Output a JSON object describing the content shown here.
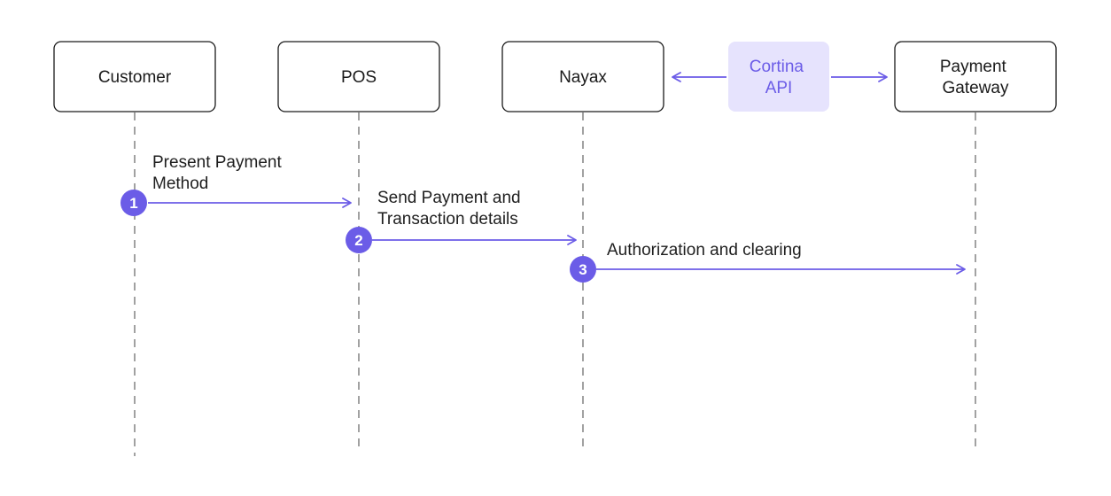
{
  "actors": {
    "customer": {
      "label": [
        "Customer"
      ]
    },
    "pos": {
      "label": [
        "POS"
      ]
    },
    "nayax": {
      "label": [
        "Nayax"
      ]
    },
    "cortina": {
      "label": [
        "Cortina",
        "API"
      ]
    },
    "gateway": {
      "label": [
        "Payment",
        "Gateway"
      ]
    }
  },
  "steps": [
    {
      "number": "1",
      "label": [
        "Present Payment",
        "Method"
      ]
    },
    {
      "number": "2",
      "label": [
        "Send Payment and",
        "Transaction details"
      ]
    },
    {
      "number": "3",
      "label": [
        "Authorization and clearing"
      ]
    }
  ],
  "colors": {
    "accent": "#6b5ce7",
    "highlight_fill": "#e6e3fd",
    "box_stroke": "#1a1a1a",
    "lifeline": "#8a8a8a"
  }
}
